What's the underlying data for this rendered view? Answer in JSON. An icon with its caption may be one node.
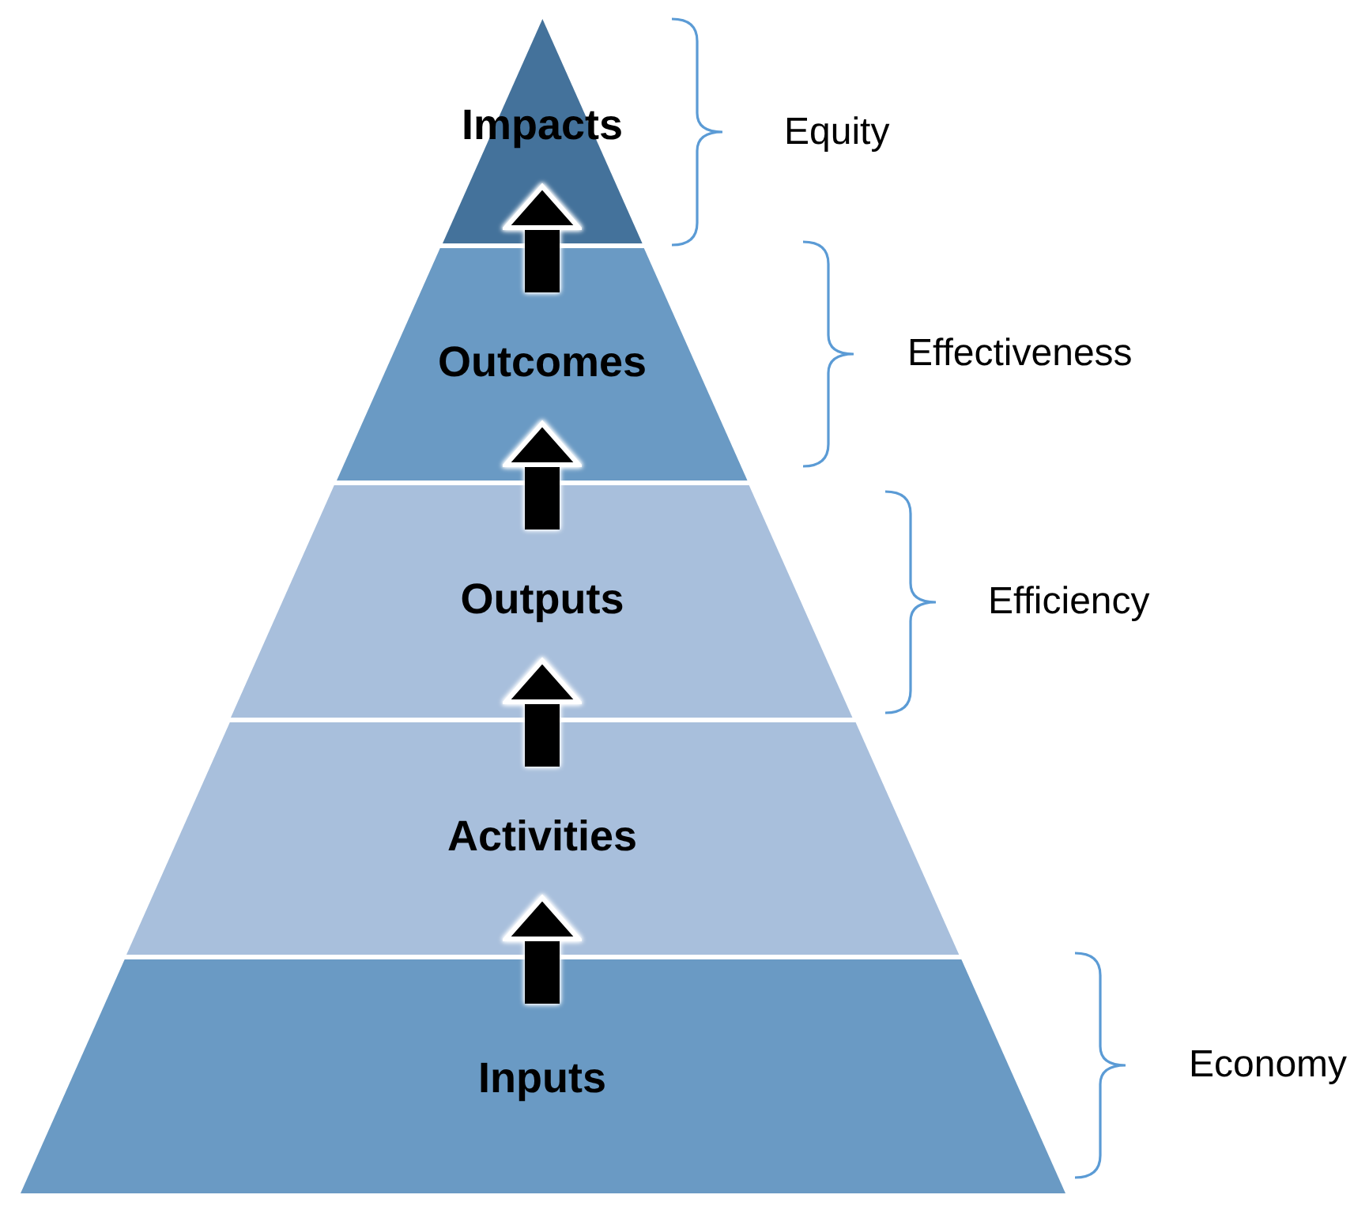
{
  "diagram": {
    "nodes": [
      {
        "text": [
          "Impacts"
        ]
      },
      {
        "text": [
          "Outcomes"
        ]
      },
      {
        "text": [
          "Outputs"
        ]
      },
      {
        "text": [
          "Activities"
        ]
      },
      {
        "text": [
          "Inputs"
        ]
      }
    ],
    "edges": [
      {
        "from": 4,
        "to": 3,
        "arrow": "to"
      },
      {
        "from": 3,
        "to": 2,
        "arrow": "to"
      },
      {
        "from": 2,
        "to": 1,
        "arrow": "to"
      },
      {
        "from": 1,
        "to": 0,
        "arrow": "to"
      }
    ],
    "labels": [
      "Equity",
      "Effectiveness",
      "Efficiency",
      "Economy"
    ]
  }
}
